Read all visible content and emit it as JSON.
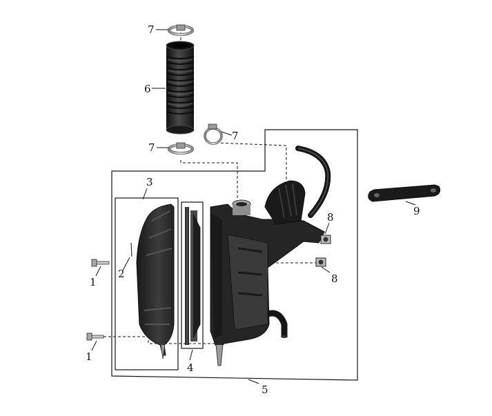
{
  "callouts": {
    "c1a": "1",
    "c1b": "1",
    "c2": "2",
    "c3": "3",
    "c4": "4",
    "c5": "5",
    "c6": "6",
    "c7a": "7",
    "c7b": "7",
    "c7c": "7",
    "c8a": "8",
    "c8b": "8",
    "c9": "9"
  },
  "colors": {
    "part_dark": "#1c1c1c",
    "part_mid": "#3a3a3a",
    "part_light": "#6a6a6a",
    "metal": "#b8b8b8",
    "line": "#111111"
  }
}
